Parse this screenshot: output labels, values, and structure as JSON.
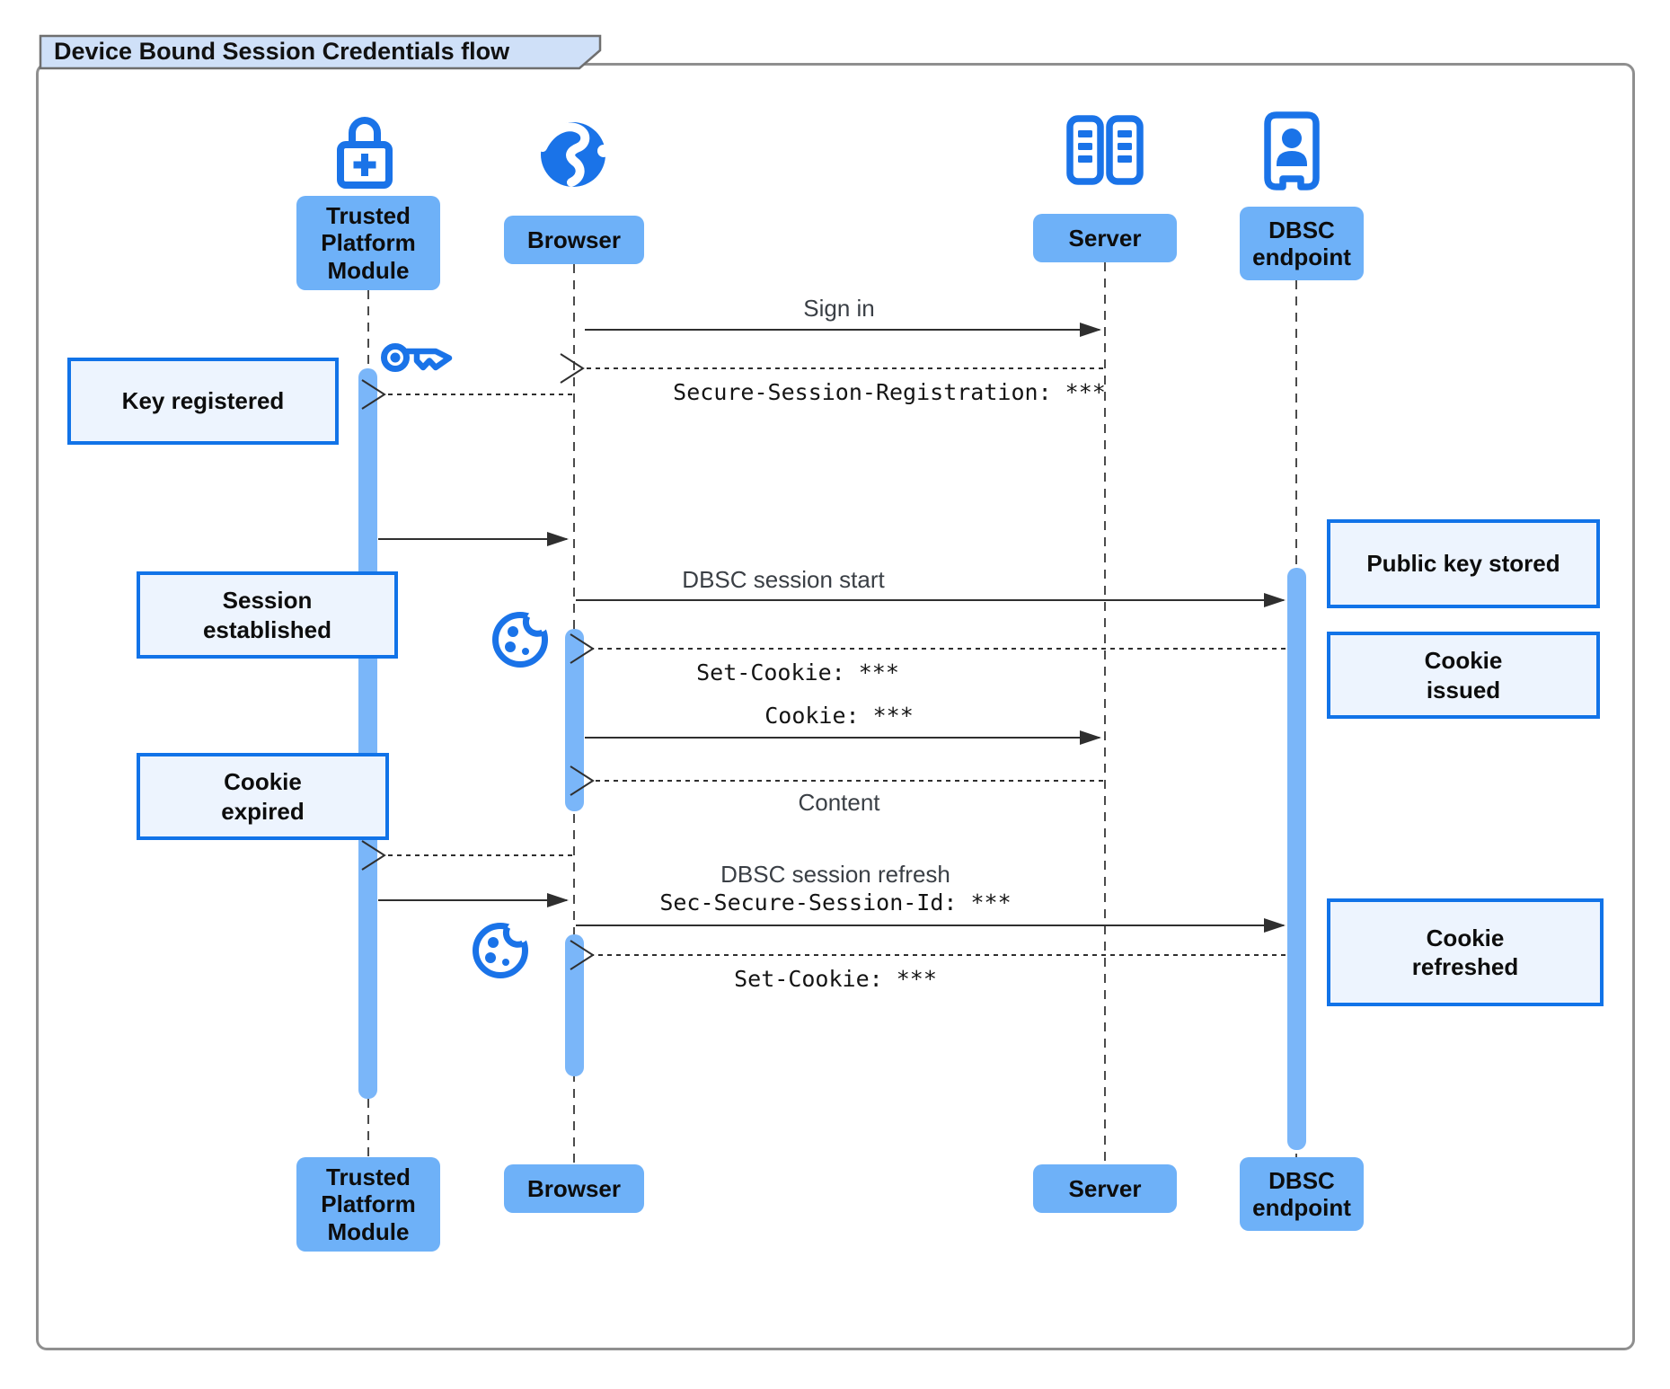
{
  "title": "Device Bound Session Credentials flow",
  "actors": {
    "tpm": {
      "label": "Trusted Platform Module",
      "icon": "lock-plus-icon"
    },
    "browser": {
      "label": "Browser",
      "icon": "globe-icon"
    },
    "server": {
      "label": "Server",
      "icon": "server-racks-icon"
    },
    "dbsc": {
      "label": "DBSC endpoint",
      "icon": "person-door-icon"
    }
  },
  "messages": {
    "sign_in": "Sign in",
    "secure_session_registration": "Secure-Session-Registration: ***",
    "dbsc_session_start": "DBSC session start",
    "set_cookie_1": "Set-Cookie: ***",
    "cookie": "Cookie: ***",
    "content": "Content",
    "dbsc_session_refresh": "DBSC session refresh",
    "sec_secure_session_id": "Sec-Secure-Session-Id: ***",
    "set_cookie_2": "Set-Cookie: ***"
  },
  "notes": {
    "key_registered": "Key registered",
    "session_established": "Session\nestablished",
    "cookie_expired": "Cookie\nexpired",
    "public_key_stored": "Public key stored",
    "cookie_issued": "Cookie\nissued",
    "cookie_refreshed": "Cookie\nrefreshed"
  },
  "icons": {
    "key": "key-icon",
    "cookie_1": "cookie-icon",
    "cookie_2": "cookie-icon"
  },
  "colors": {
    "actor_fill": "#6eb1f8",
    "activation_fill": "#7ab6f9",
    "icon_blue": "#1a73e8",
    "note_fill": "#edf4fe",
    "note_border": "#1173e8",
    "title_fill": "#cfe0f8",
    "frame_border": "#8f8f8f",
    "message_line": "#2f2f2f",
    "lifeline": "#4b4b4b"
  }
}
